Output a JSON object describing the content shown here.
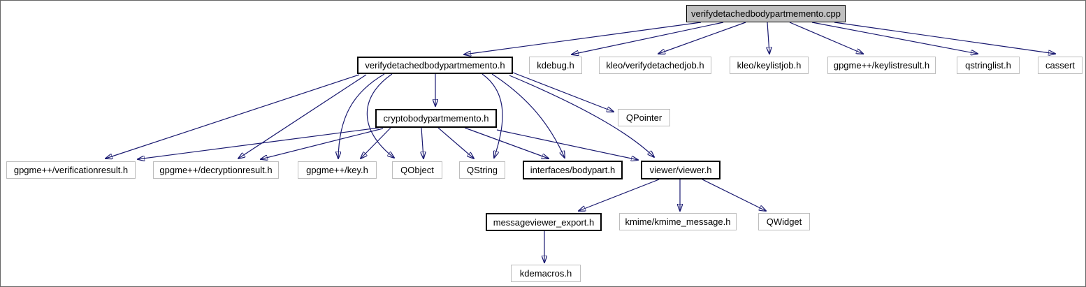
{
  "graph": {
    "type": "include-dependency-graph",
    "colors": {
      "edge": "#191970",
      "node_fill": "#ffffff",
      "node_border": "#bdbdbd",
      "documented_node_border": "#000000",
      "root_node_fill": "#bfbfbf",
      "text": "#000000",
      "background": "#ffffff"
    },
    "nodes": [
      {
        "id": "cpp",
        "label": "verifydetachedbodypartmemento.cpp",
        "kind": "root"
      },
      {
        "id": "vdbpm_h",
        "label": "verifydetachedbodypartmemento.h",
        "kind": "documented"
      },
      {
        "id": "kdebug",
        "label": "kdebug.h",
        "kind": "external"
      },
      {
        "id": "verifydetachedjob",
        "label": "kleo/verifydetachedjob.h",
        "kind": "external"
      },
      {
        "id": "keylistjob",
        "label": "kleo/keylistjob.h",
        "kind": "external"
      },
      {
        "id": "keylistresult",
        "label": "gpgme++/keylistresult.h",
        "kind": "external"
      },
      {
        "id": "qstringlist",
        "label": "qstringlist.h",
        "kind": "external"
      },
      {
        "id": "cassert",
        "label": "cassert",
        "kind": "external"
      },
      {
        "id": "crypto",
        "label": "cryptobodypartmemento.h",
        "kind": "documented"
      },
      {
        "id": "qpointer",
        "label": "QPointer",
        "kind": "external"
      },
      {
        "id": "verification",
        "label": "gpgme++/verificationresult.h",
        "kind": "external"
      },
      {
        "id": "decryption",
        "label": "gpgme++/decryptionresult.h",
        "kind": "external"
      },
      {
        "id": "key",
        "label": "gpgme++/key.h",
        "kind": "external"
      },
      {
        "id": "qobject",
        "label": "QObject",
        "kind": "external"
      },
      {
        "id": "qstring",
        "label": "QString",
        "kind": "external"
      },
      {
        "id": "bodypart",
        "label": "interfaces/bodypart.h",
        "kind": "documented"
      },
      {
        "id": "viewer",
        "label": "viewer/viewer.h",
        "kind": "documented"
      },
      {
        "id": "mv_export",
        "label": "messageviewer_export.h",
        "kind": "documented"
      },
      {
        "id": "kmime",
        "label": "kmime/kmime_message.h",
        "kind": "external"
      },
      {
        "id": "qwidget",
        "label": "QWidget",
        "kind": "external"
      },
      {
        "id": "kdemacros",
        "label": "kdemacros.h",
        "kind": "external"
      }
    ],
    "edges": [
      {
        "from": "cpp",
        "to": "vdbpm_h"
      },
      {
        "from": "cpp",
        "to": "kdebug"
      },
      {
        "from": "cpp",
        "to": "verifydetachedjob"
      },
      {
        "from": "cpp",
        "to": "keylistjob"
      },
      {
        "from": "cpp",
        "to": "keylistresult"
      },
      {
        "from": "cpp",
        "to": "qstringlist"
      },
      {
        "from": "cpp",
        "to": "cassert"
      },
      {
        "from": "vdbpm_h",
        "to": "crypto"
      },
      {
        "from": "vdbpm_h",
        "to": "verification"
      },
      {
        "from": "vdbpm_h",
        "to": "decryption"
      },
      {
        "from": "vdbpm_h",
        "to": "key"
      },
      {
        "from": "vdbpm_h",
        "to": "qobject"
      },
      {
        "from": "vdbpm_h",
        "to": "qstring"
      },
      {
        "from": "vdbpm_h",
        "to": "bodypart"
      },
      {
        "from": "vdbpm_h",
        "to": "viewer"
      },
      {
        "from": "vdbpm_h",
        "to": "qpointer"
      },
      {
        "from": "crypto",
        "to": "verification"
      },
      {
        "from": "crypto",
        "to": "decryption"
      },
      {
        "from": "crypto",
        "to": "key"
      },
      {
        "from": "crypto",
        "to": "qobject"
      },
      {
        "from": "crypto",
        "to": "qstring"
      },
      {
        "from": "crypto",
        "to": "bodypart"
      },
      {
        "from": "crypto",
        "to": "viewer"
      },
      {
        "from": "viewer",
        "to": "mv_export"
      },
      {
        "from": "viewer",
        "to": "kmime"
      },
      {
        "from": "viewer",
        "to": "qwidget"
      },
      {
        "from": "mv_export",
        "to": "kdemacros"
      }
    ]
  }
}
